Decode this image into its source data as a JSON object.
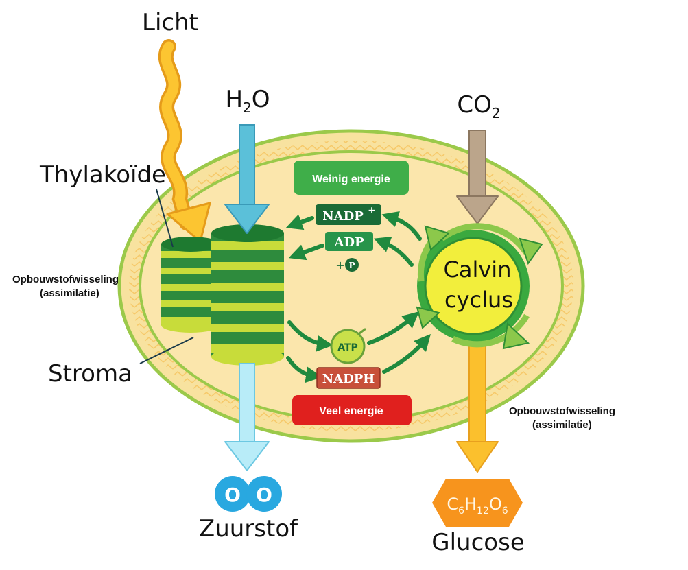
{
  "labels": {
    "light": "Licht",
    "water_base": "H",
    "water_sub": "2",
    "water_tail": "O",
    "co2_base": "CO",
    "co2_sub": "2",
    "thylakoid": "Thylakoïde",
    "stroma": "Stroma",
    "anabolism_left_line1": "Opbouwstofwisseling",
    "anabolism_left_line2": "(assimilatie)",
    "anabolism_right_line1": "Opbouwstofwisseling",
    "anabolism_right_line2": "(assimilatie)",
    "oxygen": "Zuurstof",
    "glucose": "Glucose"
  },
  "molecules": {
    "nadp_base": "NADP",
    "nadp_sup": "+",
    "adp": "ADP",
    "plus_p_plus": "+",
    "plus_p_letter": "P",
    "atp": "ATP",
    "nadph": "NADPH",
    "oxygen_atom_1": "O",
    "oxygen_atom_2": "O",
    "glucose_formula": {
      "c": "C",
      "c_n": "6",
      "h": "H",
      "h_n": "12",
      "o": "O",
      "o_n": "6"
    }
  },
  "energy": {
    "low": "Weinig energie",
    "high": "Veel energie"
  },
  "cycle": {
    "line1": "Calvin",
    "line2": "cyclus"
  },
  "colors": {
    "chloroplast_fill": "#fbe3a2",
    "chloroplast_border": "#8dc63f",
    "light_arrow": "#fbb726",
    "water_arrow": "#5bc0d9",
    "co2_arrow": "#b39c82",
    "oxygen_arrow": "#a8e6f4",
    "glucose_arrow": "#fbb726",
    "oxygen_molecule": "#29a8e0",
    "glucose_hex": "#f7941d",
    "low_energy": "#3fae49",
    "high_energy": "#e0201e",
    "nadp_box": "#1a7a3c",
    "adp_box": "#27944a",
    "nadph_box": "#c8503a",
    "atp_circle": "#c9e04a",
    "calvin_fill": "#f2ee3c",
    "calvin_ring": "#3aa93f"
  }
}
